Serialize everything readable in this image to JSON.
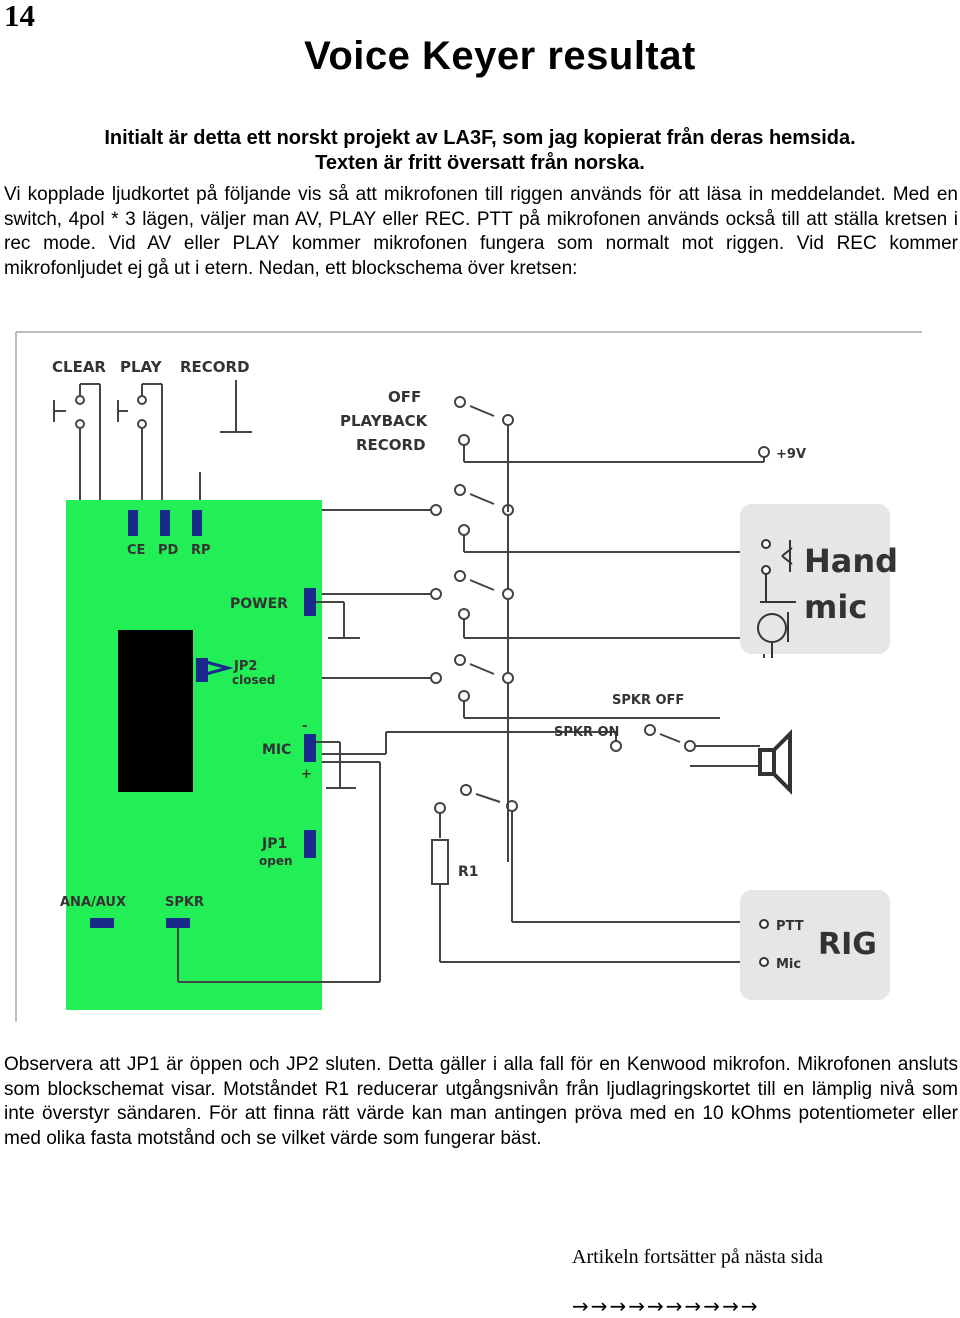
{
  "page_number": "14",
  "title": "Voice Keyer resultat",
  "intro_bold": [
    "Initialt är detta ett norskt projekt av LA3F, som jag kopierat från deras hemsida.",
    "Texten är fritt översatt från norska."
  ],
  "intro_paragraph": "Vi kopplade ljudkortet på följande vis så att mikrofonen till riggen används för att läsa in meddelandet. Med en switch, 4pol * 3 lägen, väljer man AV, PLAY eller REC. PTT på mikrofonen används också till att ställa kretsen i rec mode. Vid AV eller PLAY kommer mikrofonen fungera som normalt mot riggen. Vid REC kommer mikrofonljudet ej gå ut i etern. Nedan, ett blockschema över kretsen:",
  "diagram": {
    "buttons": {
      "clear": "CLEAR",
      "play": "PLAY",
      "record": "RECORD"
    },
    "switch_positions": {
      "off": "OFF",
      "playback": "PLAYBACK",
      "record": "RECORD"
    },
    "supply": "+9V",
    "jumpers": {
      "ce": "CE",
      "pd": "PD",
      "rp": "RP"
    },
    "power": "POWER",
    "jp2": "JP2",
    "jp2_state": "closed",
    "mic": "MIC",
    "mic_minus": "-",
    "mic_plus": "+",
    "jp1": "JP1",
    "jp1_state": "open",
    "ana_aux": "ANA/AUX",
    "spkr": "SPKR",
    "hand_mic_line1": "Hand",
    "hand_mic_line2": "mic",
    "spkr_off": "SPKR OFF",
    "spkr_on": "SPKR ON",
    "r1": "R1",
    "rig": "RIG",
    "ptt": "PTT",
    "rig_mic": "Mic",
    "colors": {
      "board": "#22ee55",
      "panel": "#e6e6e6",
      "chip": "#000000",
      "jumper": "#1a2a8a"
    }
  },
  "outro_paragraph": "Observera att JP1 är öppen och JP2 sluten. Detta gäller i alla fall för en Kenwood mikrofon. Mikrofonen ansluts som blockschemat visar. Motståndet R1 reducerar utgångsnivån från ljudlagringskortet till en lämplig nivå som inte överstyr sändaren. För att finna rätt värde kan man antingen pröva med en 10 kOhms potentiometer eller med olika fasta motstånd och se vilket värde som fungerar bäst.",
  "footer": "Artikeln fortsätter på nästa sida",
  "footer_arrows": "→→→→→→→→→→"
}
